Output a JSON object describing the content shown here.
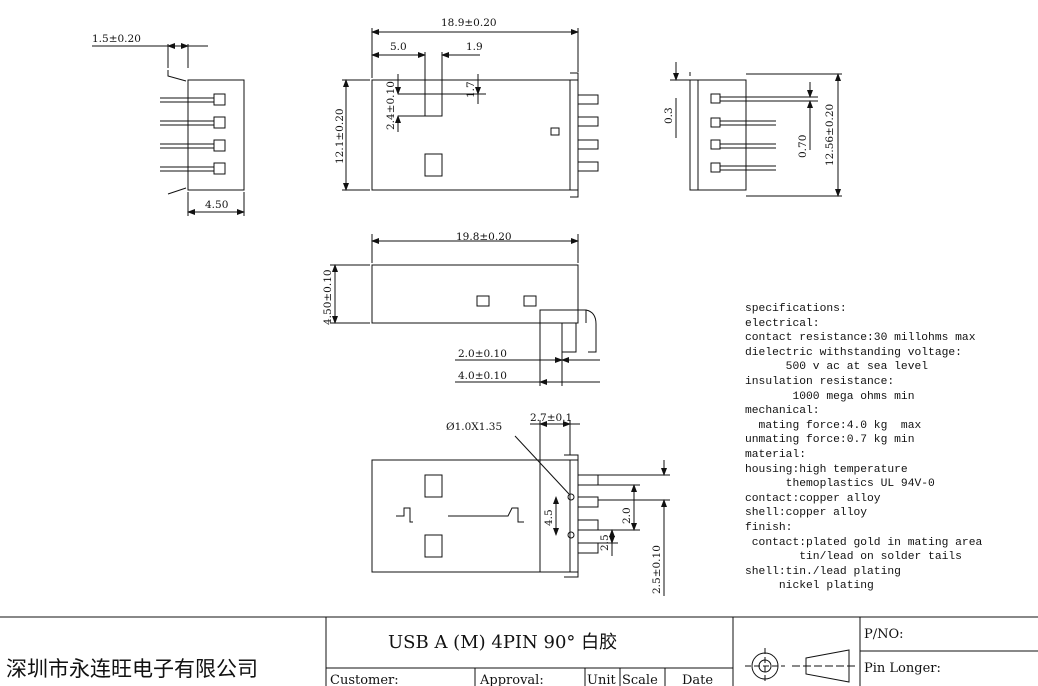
{
  "dimensions": {
    "tab_width": "1.5±0.20",
    "side_width": "4.50",
    "overall_length": "18.9±0.20",
    "offset_5": "5.0",
    "offset_19": "1.9",
    "slot_h": "1.7",
    "slot_pos": "2.4±0.10",
    "height": "12.1±0.20",
    "pin_gap": "0.3",
    "pin_pitch": "0.70",
    "right_height": "12.56±0.20",
    "top_length": "19.8±0.20",
    "top_thickness": "4.50±0.10",
    "pin_offset_2": "2.0±0.10",
    "pin_offset_4": "4.0±0.10",
    "hole": "Ø1.0X1.35",
    "row_offset": "2.7±0.1",
    "v45": "4.5",
    "v20": "2.0",
    "v25": "2.5",
    "v25tol": "2.5±0.10"
  },
  "specifications": [
    "specifications:",
    "electrical:",
    "contact resistance:30 millohms max",
    "dielectric withstanding voltage:",
    "      500 v ac at sea level",
    "insulation resistance:",
    "       1000 mega ohms min",
    "mechanical:",
    "  mating force:4.0 kg  max",
    "unmating force:0.7 kg min",
    "material:",
    "housing:high temperature",
    "      themoplastics UL 94V-0",
    "contact:copper alloy",
    "shell:copper alloy",
    "finish:",
    " contact:plated gold in mating area",
    "        tin/lead on solder tails",
    "shell:tin./lead plating",
    "     nickel plating"
  ],
  "title_block": {
    "company": "深圳市永连旺电子有限公司",
    "product": "USB A (M) 4PIN 90°   白胶",
    "customer_label": "Customer:",
    "approval_label": "Approval:",
    "unit_label": "Unit",
    "scale_label": "Scale",
    "date_label": "Date",
    "pn_label": "P/NO:",
    "pin_longer_label": "Pin Longer:"
  }
}
